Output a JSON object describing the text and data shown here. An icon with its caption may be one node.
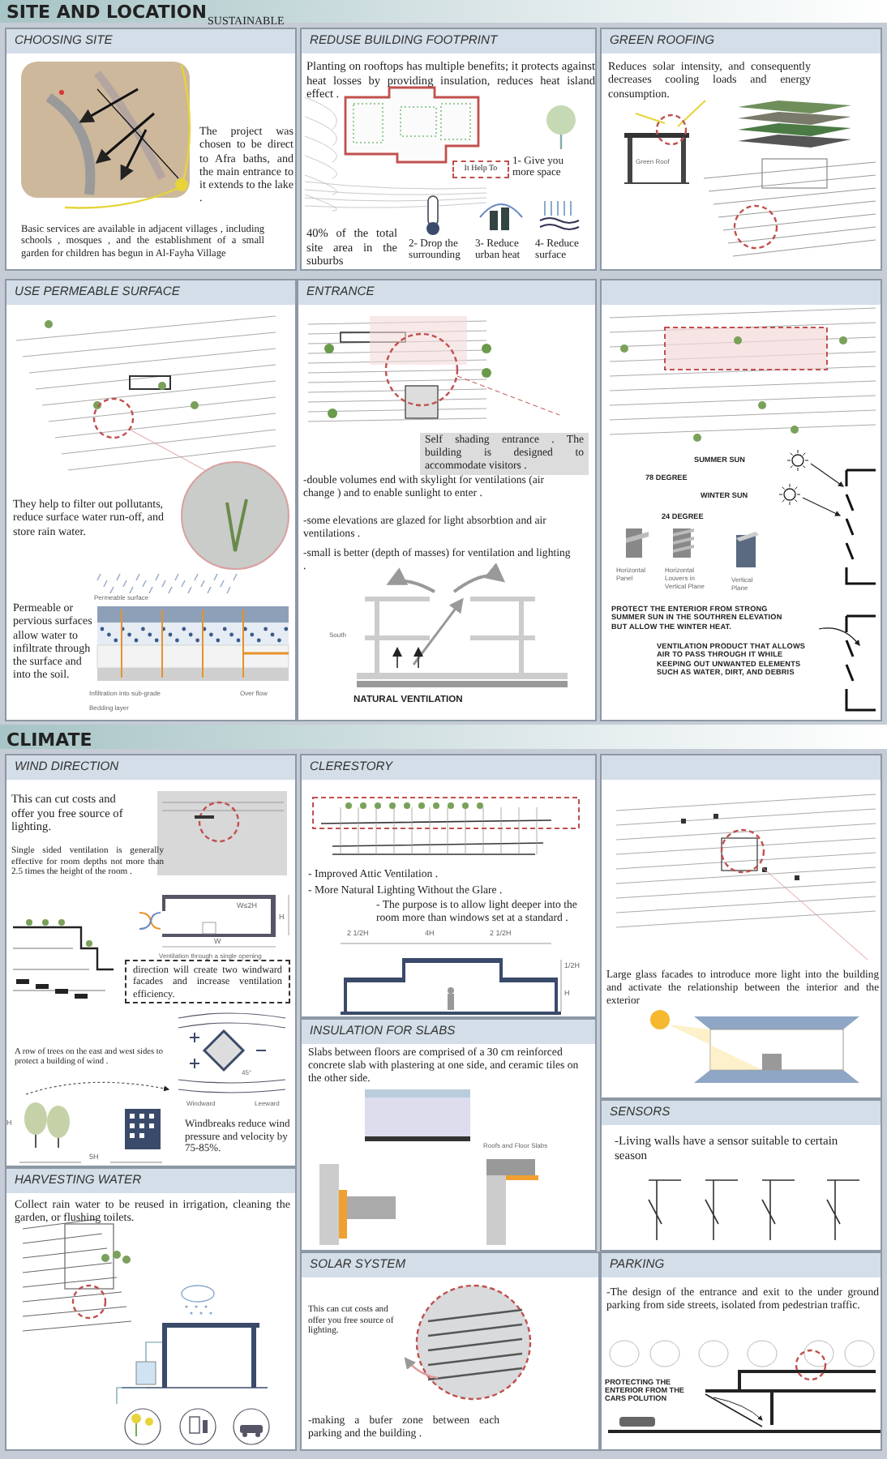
{
  "diagram": {
    "nodes": [
      {
        "text": [
          "CHOOSING SITE",
          "The project was chosen to be direct to Afra baths, and the main entrance to it extends to the lake .",
          "Basic services are available in adjacent villages , including schools , mosques , and the establishment of a small garden for children has begun in Al-Fayha Village"
        ]
      },
      {
        "text": [
          "REDUSE BUILDING FOOTPRINT",
          "Planting on rooftops has multiple benefits; it protects against heat losses by providing insulation, reduces heat island effect .",
          "40% of the total site area in the suburbs"
        ]
      },
      {
        "text": [
          "It Help To"
        ],
        "in": 1
      },
      {
        "text": [
          "GREEN ROOFING",
          "Reduces solar intensity, and consequently decreases cooling loads and energy consumption."
        ]
      },
      {
        "text": [
          "USE PERMEABLE SURFACE",
          "They help to filter out pollutants, reduce surface water run-off, and store rain water.",
          "Permeable or pervious surfaces allow water to infiltrate through the surface and into the soil."
        ]
      },
      {
        "text": [
          "ENTRANCE",
          "-double volumes end with skylight for ventilations (air change ) and to enable sunlight to enter .",
          "-some elevations are glazed for light absorbtion and air ventilations .",
          "-small is better (depth of masses) for ventilation and lighting ."
        ]
      },
      {
        "text": [
          "Self shading entrance . The building is designed to accommodate visitors ."
        ],
        "in": 5
      },
      {
        "text": [
          "PROTECT THE ENTERIOR FROM STRONG SUMMER SUN IN THE SOUTHREN ELEVATION BUT ALLOW THE WINTER HEAT.",
          "VENTILATION PRODUCT THAT ALLOWS AIR TO PASS THROUGH IT WHILE KEEPING OUT UNWANTED ELEMENTS SUCH AS WATER, DIRT, AND DEBRIS"
        ]
      },
      {
        "text": [
          "WIND DIRECTION",
          "This can cut costs and offer you free source of lighting.",
          "Single sided ventilation is generally effective for room depths not more than 2.5 times the height of the room .",
          "A row of trees on the east and west sides to protect a building of wind .",
          "Windbreaks reduce wind pressure and velocity by 75-85%."
        ]
      },
      {
        "text": [
          "direction will create two windward facades and increase ventilation efficiency."
        ],
        "in": 8
      },
      {
        "text": [
          "HARVESTING WATER",
          "Collect rain water to be reused in irrigation, cleaning the garden, or flushing toilets."
        ]
      },
      {
        "text": [
          "CLERESTORY",
          "- Improved Attic Ventilation .",
          "- More Natural Lighting Without the Glare .",
          "- The purpose is to allow light deeper into the room more than windows set at a standard ."
        ]
      },
      {
        "text": [
          "INSULATION FOR SLABS",
          "Slabs between floors are comprised of a 30 cm reinforced concrete slab with plastering at one side, and ceramic tiles on the other side."
        ]
      },
      {
        "text": [
          "Large glass facades to introduce more light into the building and activate the relationship between the interior and the exterior"
        ]
      },
      {
        "text": [
          "SENSORS",
          "-Living walls have a sensor suitable to certain season"
        ]
      },
      {
        "text": [
          "SOLAR SYSTEM",
          "This can cut costs and offer you free source of lighting.",
          "-making a bufer zone between each parking and the building ."
        ]
      },
      {
        "text": [
          "PARKING",
          "-The design of the entrance and exit to the under ground parking from side streets, isolated from pedestrian traffic."
        ]
      }
    ],
    "labels": [
      "SITE AND LOCATION",
      "SUSTAINABLE",
      "1- Give you more space",
      "2- Drop the surrounding",
      "3- Reduce urban heat",
      "4- Reduce surface",
      "Green Roof",
      "Permeable surface",
      "Infiltration into sub-grade",
      "Bedding layer",
      "Over flow",
      "South",
      "NATURAL VENTILATION",
      "SUMMER SUN",
      "78 DEGREE",
      "WINTER SUN",
      "24 DEGREE",
      "Horizontal Panel",
      "Horizontal Louvers in Vertical Plane",
      "Vertical Plane",
      "CLIMATE",
      "W≤2H",
      "H",
      "W",
      "Ventilation through a single opening",
      "Windward",
      "Leeward",
      "45°",
      "H",
      "5H",
      "2 1/2H",
      "4H",
      "2 1/2H",
      "1/2H",
      "H",
      "Roofs and Floor Slabs",
      "PROTECTING THE ENTERIOR FROM THE CARS POLUTION"
    ]
  }
}
